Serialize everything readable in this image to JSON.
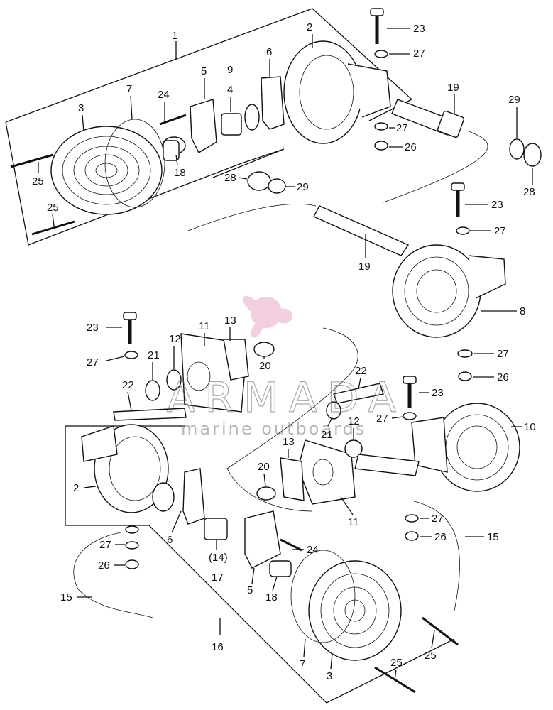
{
  "diagram": {
    "labels": {
      "l1": "1",
      "l2a": "2",
      "l2b": "2",
      "l3a": "3",
      "l3b": "3",
      "l4": "4",
      "l5a": "5",
      "l5b": "5",
      "l6a": "6",
      "l6b": "6",
      "l7a": "7",
      "l7b": "7",
      "l8": "8",
      "l9": "9",
      "l10": "10",
      "l11a": "11",
      "l11b": "11",
      "l12a": "12",
      "l12b": "12",
      "l13a": "13",
      "l13b": "13",
      "l14": "(14)",
      "l15a": "15",
      "l15b": "15",
      "l16": "16",
      "l17": "17",
      "l18a": "18",
      "l18b": "18",
      "l19a": "19",
      "l19b": "19",
      "l20a": "20",
      "l20b": "20",
      "l21a": "21",
      "l21b": "21",
      "l22a": "22",
      "l22b": "22",
      "l23a": "23",
      "l23b": "23",
      "l23c": "23",
      "l23d": "23",
      "l24a": "24",
      "l24b": "24",
      "l25a": "25",
      "l25b": "25",
      "l25c": "25",
      "l25d": "25",
      "l26a": "26",
      "l26b": "26",
      "l26c": "26",
      "l26d": "26",
      "l27a": "27",
      "l27b": "27",
      "l27c": "27",
      "l27d": "27",
      "l27e": "27",
      "l27f": "27",
      "l27g": "27",
      "l28a": "28",
      "l28b": "28",
      "l29a": "29",
      "l29b": "29"
    },
    "watermark": {
      "brand": "ARMADA",
      "tagline": "marine outboards",
      "logo_color": "#e8a8c8"
    }
  }
}
